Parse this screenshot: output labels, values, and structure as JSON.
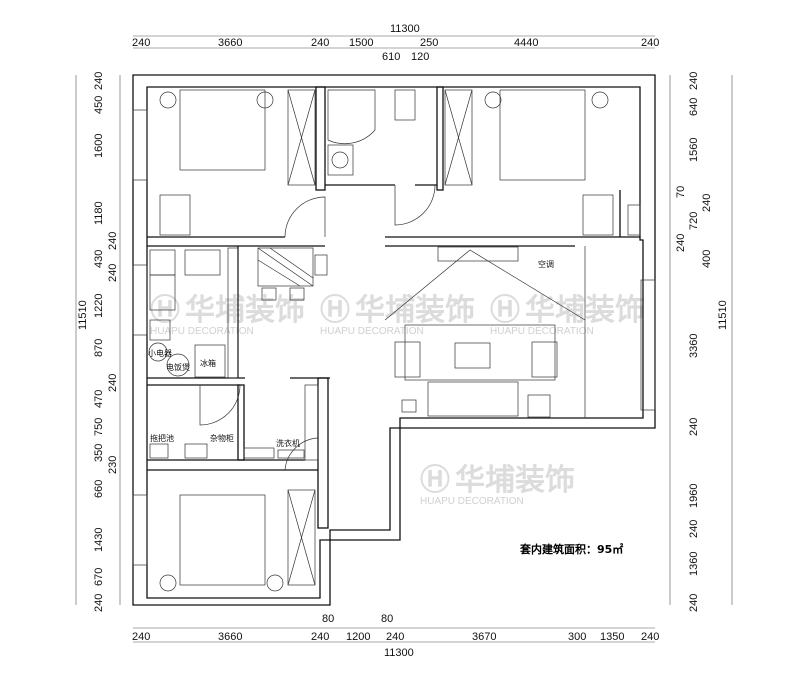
{
  "dimensions": {
    "top_total": "11300",
    "top": [
      "240",
      "3660",
      "240",
      "1500",
      "250",
      "4440",
      "240"
    ],
    "top_sub": [
      "610",
      "120"
    ],
    "bottom_total": "11300",
    "bottom": [
      "240",
      "3660",
      "240",
      "1200",
      "240",
      "3670",
      "300",
      "1350",
      "240"
    ],
    "bottom_sub": [
      "80",
      "80"
    ],
    "left_total": "11510",
    "left": [
      "240",
      "450",
      "1600",
      "1180",
      "240",
      "430",
      "240",
      "1220",
      "870",
      "240",
      "470",
      "750",
      "350",
      "230",
      "660",
      "1430",
      "670",
      "240"
    ],
    "right_total": "11510",
    "right": [
      "240",
      "640",
      "1560",
      "70",
      "240",
      "720",
      "240",
      "400",
      "3360",
      "240",
      "1960",
      "240",
      "1360",
      "240"
    ]
  },
  "labels": {
    "small_appliance": "小电器",
    "rice_cooker": "电饭煲",
    "fridge": "冰箱",
    "mop_sink": "拖把池",
    "storage_cabinet": "杂物柜",
    "washer": "洗衣机",
    "air_conditioner": "空调",
    "area": "套内建筑面积：95㎡"
  },
  "watermark": {
    "brand": "华埔装饰",
    "brand_en": "HUAPU DECORATION"
  }
}
